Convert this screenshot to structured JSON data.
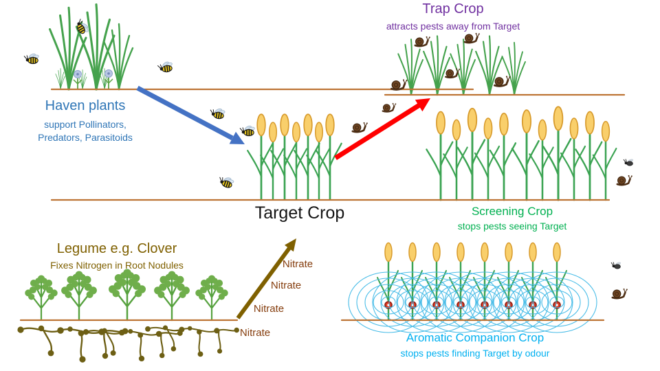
{
  "sections": {
    "trap_crop": {
      "title": "Trap Crop",
      "subtitle": "attracts pests away from Target",
      "color": "#7030a0"
    },
    "haven_plants": {
      "title": "Haven plants",
      "subtitle_line1": "support Pollinators,",
      "subtitle_line2": "Predators, Parasitoids",
      "color": "#2e75b6"
    },
    "target_crop": {
      "title": "Target Crop",
      "color": "#141414"
    },
    "screening_crop": {
      "title": "Screening Crop",
      "subtitle": "stops pests seeing Target",
      "color": "#00b050"
    },
    "legume": {
      "title": "Legume e.g. Clover",
      "subtitle": "Fixes Nitrogen in Root Nodules",
      "color": "#7f6000"
    },
    "aromatic_companion": {
      "title": "Aromatic Companion Crop",
      "subtitle": "stops pests finding Target by odour",
      "color": "#00b0f0"
    }
  },
  "nitrate_labels": [
    "Nitrate",
    "Nitrate",
    "Nitrate",
    "Nitrate"
  ],
  "nitrate_color": "#843c0c",
  "arrows": {
    "haven_to_target_color": "#4472c4",
    "target_to_trap_color": "#ff0000",
    "legume_to_target_color": "#7f6000"
  },
  "ground_color": "#bd7334",
  "wave_color": "#3fb9e6"
}
